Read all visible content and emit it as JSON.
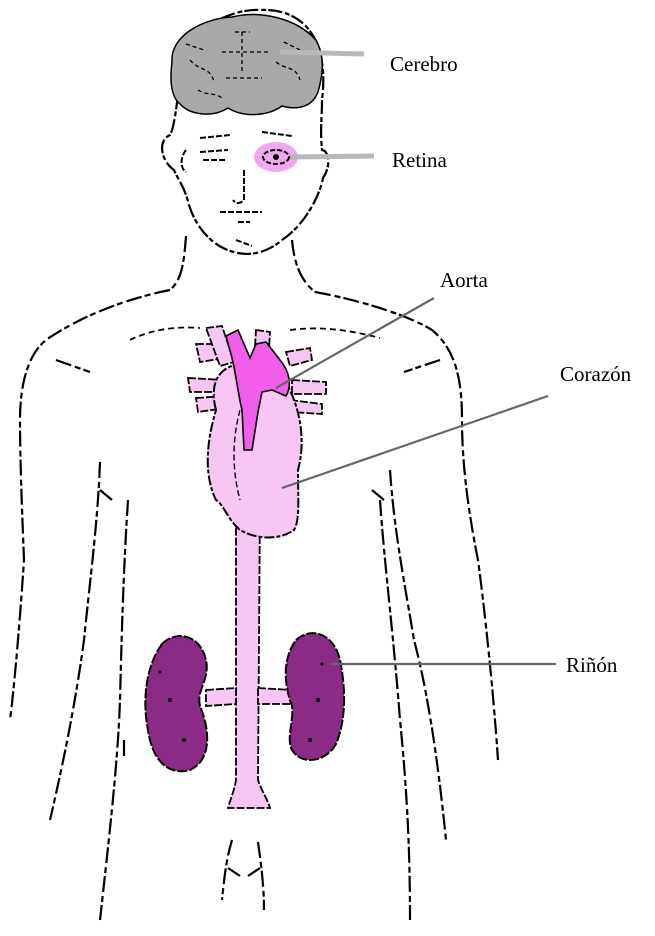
{
  "labels": {
    "brain": "Cerebro",
    "retina": "Retina",
    "aorta": "Aorta",
    "heart": "Corazón",
    "kidney": "Riñón"
  },
  "colors": {
    "outline": "#000000",
    "brain": "#a9a9a9",
    "heart": "#f7c6f3",
    "aorta": "#f25ee9",
    "kidney": "#8b2b86",
    "eye_highlight": "#f0a8ee",
    "leader_light": "#b8b8b8",
    "leader_dark": "#666666"
  }
}
